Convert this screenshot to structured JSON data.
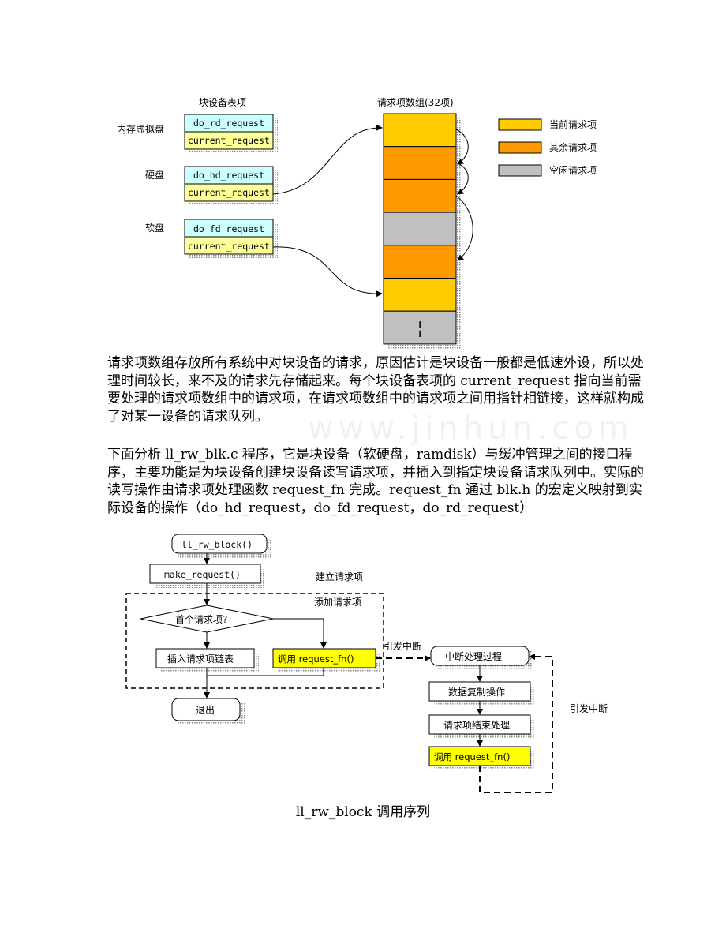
{
  "figure1": {
    "table_title": "块设备表项",
    "devices": [
      {
        "label": "内存虚拟盘",
        "func": "do_rd_request",
        "cur": "current_request"
      },
      {
        "label": "硬盘",
        "func": "do_hd_request",
        "cur": "current_request"
      },
      {
        "label": "软盘",
        "func": "do_fd_request",
        "cur": "current_request"
      }
    ],
    "array_title": "请求项数组(32项)",
    "array_cells": [
      "current",
      "other",
      "other",
      "free",
      "other",
      "current",
      "free"
    ],
    "array_dash": "╎",
    "legend": [
      {
        "label": "当前请求项",
        "color": "#ffcc00"
      },
      {
        "label": "其余请求项",
        "color": "#ff9900"
      },
      {
        "label": "空闲请求项",
        "color": "#c0c0c0"
      }
    ]
  },
  "paragraph1": "请求项数组存放所有系统中对块设备的请求，原因估计是块设备一般都是低速外设，所以处理时间较长，来不及的请求先存储起来。每个块设备表项的 current_request 指向当前需要处理的请求项数组中的请求项，在请求项数组中的请求项之间用指针相链接，这样就构成了对某一设备的请求队列。",
  "paragraph2": "下面分析 ll_rw_blk.c 程序，它是块设备（软硬盘，ramdisk）与缓冲管理之间的接口程序，主要功能是为块设备创建块设备读写请求项，并插入到指定块设备请求队列中。实际的读写操作由请求项处理函数 request_fn 完成。request_fn 通过 blk.h 的宏定义映射到实际设备的操作（do_hd_request，do_fd_request，do_rd_request）",
  "watermark": "www.jinhun.com",
  "figure2": {
    "ll_rw_block": "ll_rw_block()",
    "make_request": "make_request()",
    "setup_label": "建立请求项",
    "add_label": "添加请求项",
    "first_request": "首个请求项?",
    "insert_list": "插入请求项链表",
    "call_request_fn": "调用 request_fn()",
    "raise_int_1": "引发中断",
    "exit": "退出",
    "int_handler": "中断处理过程",
    "data_copy": "数据复制操作",
    "req_end": "请求项结束处理",
    "call_request_fn_2": "调用 request_fn()",
    "raise_int_2": "引发中断"
  },
  "caption": "ll_rw_block 调用序列",
  "colors": {
    "cyan": "#ccffff",
    "lightyellow": "#ffff99",
    "yellow": "#ffff00",
    "current": "#ffcc00",
    "other": "#ff9900",
    "free": "#c0c0c0"
  }
}
